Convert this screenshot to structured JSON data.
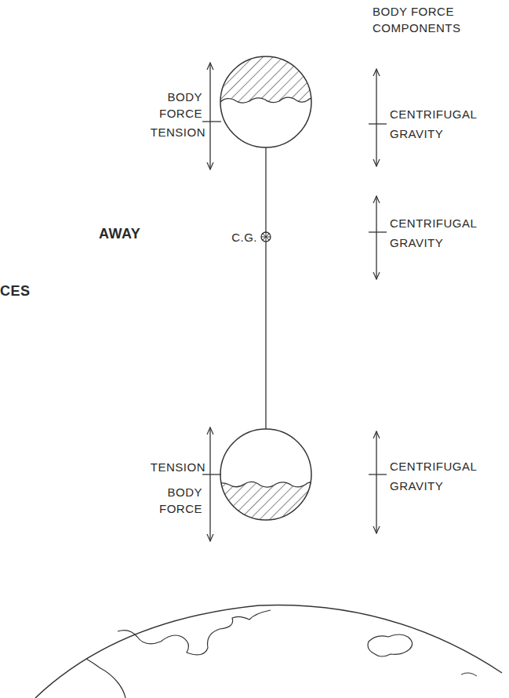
{
  "diagram": {
    "labels": [
      "BODY FORCE COMPONENTS",
      "BODY FORCE",
      "TENSION",
      "CENTRIFUGAL",
      "GRAVITY",
      "AWAY",
      "C.G.",
      "CENTRIFUGAL",
      "GRAVITY",
      "CES",
      "TENSION",
      "BODY FORCE",
      "CENTRIFUGAL",
      "GRAVITY"
    ]
  }
}
